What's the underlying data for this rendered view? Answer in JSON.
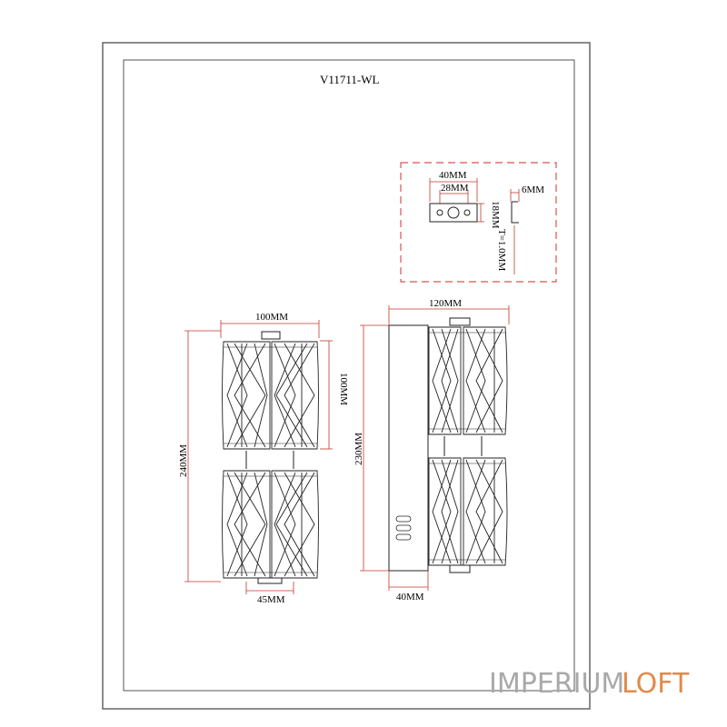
{
  "title": "V11711-WL",
  "detail": {
    "width_outer": "40MM",
    "width_inner": "28MM",
    "height": "18MM",
    "depth": "6MM",
    "thickness": "T=1.0MM"
  },
  "front_view": {
    "width": "100MM",
    "height_total": "240MM",
    "height_shade": "100MM",
    "base_width": "45MM"
  },
  "side_view": {
    "depth": "120MM",
    "height": "230MM",
    "base_depth": "40MM"
  },
  "brand": {
    "part1": "IMPERIUM",
    "part2": "LOFT",
    "color1": "#a9a9a9",
    "color2": "#e08a4a"
  },
  "colors": {
    "frame": "#555555",
    "dimension": "#c0392b",
    "detail_box": "#d9534f"
  }
}
